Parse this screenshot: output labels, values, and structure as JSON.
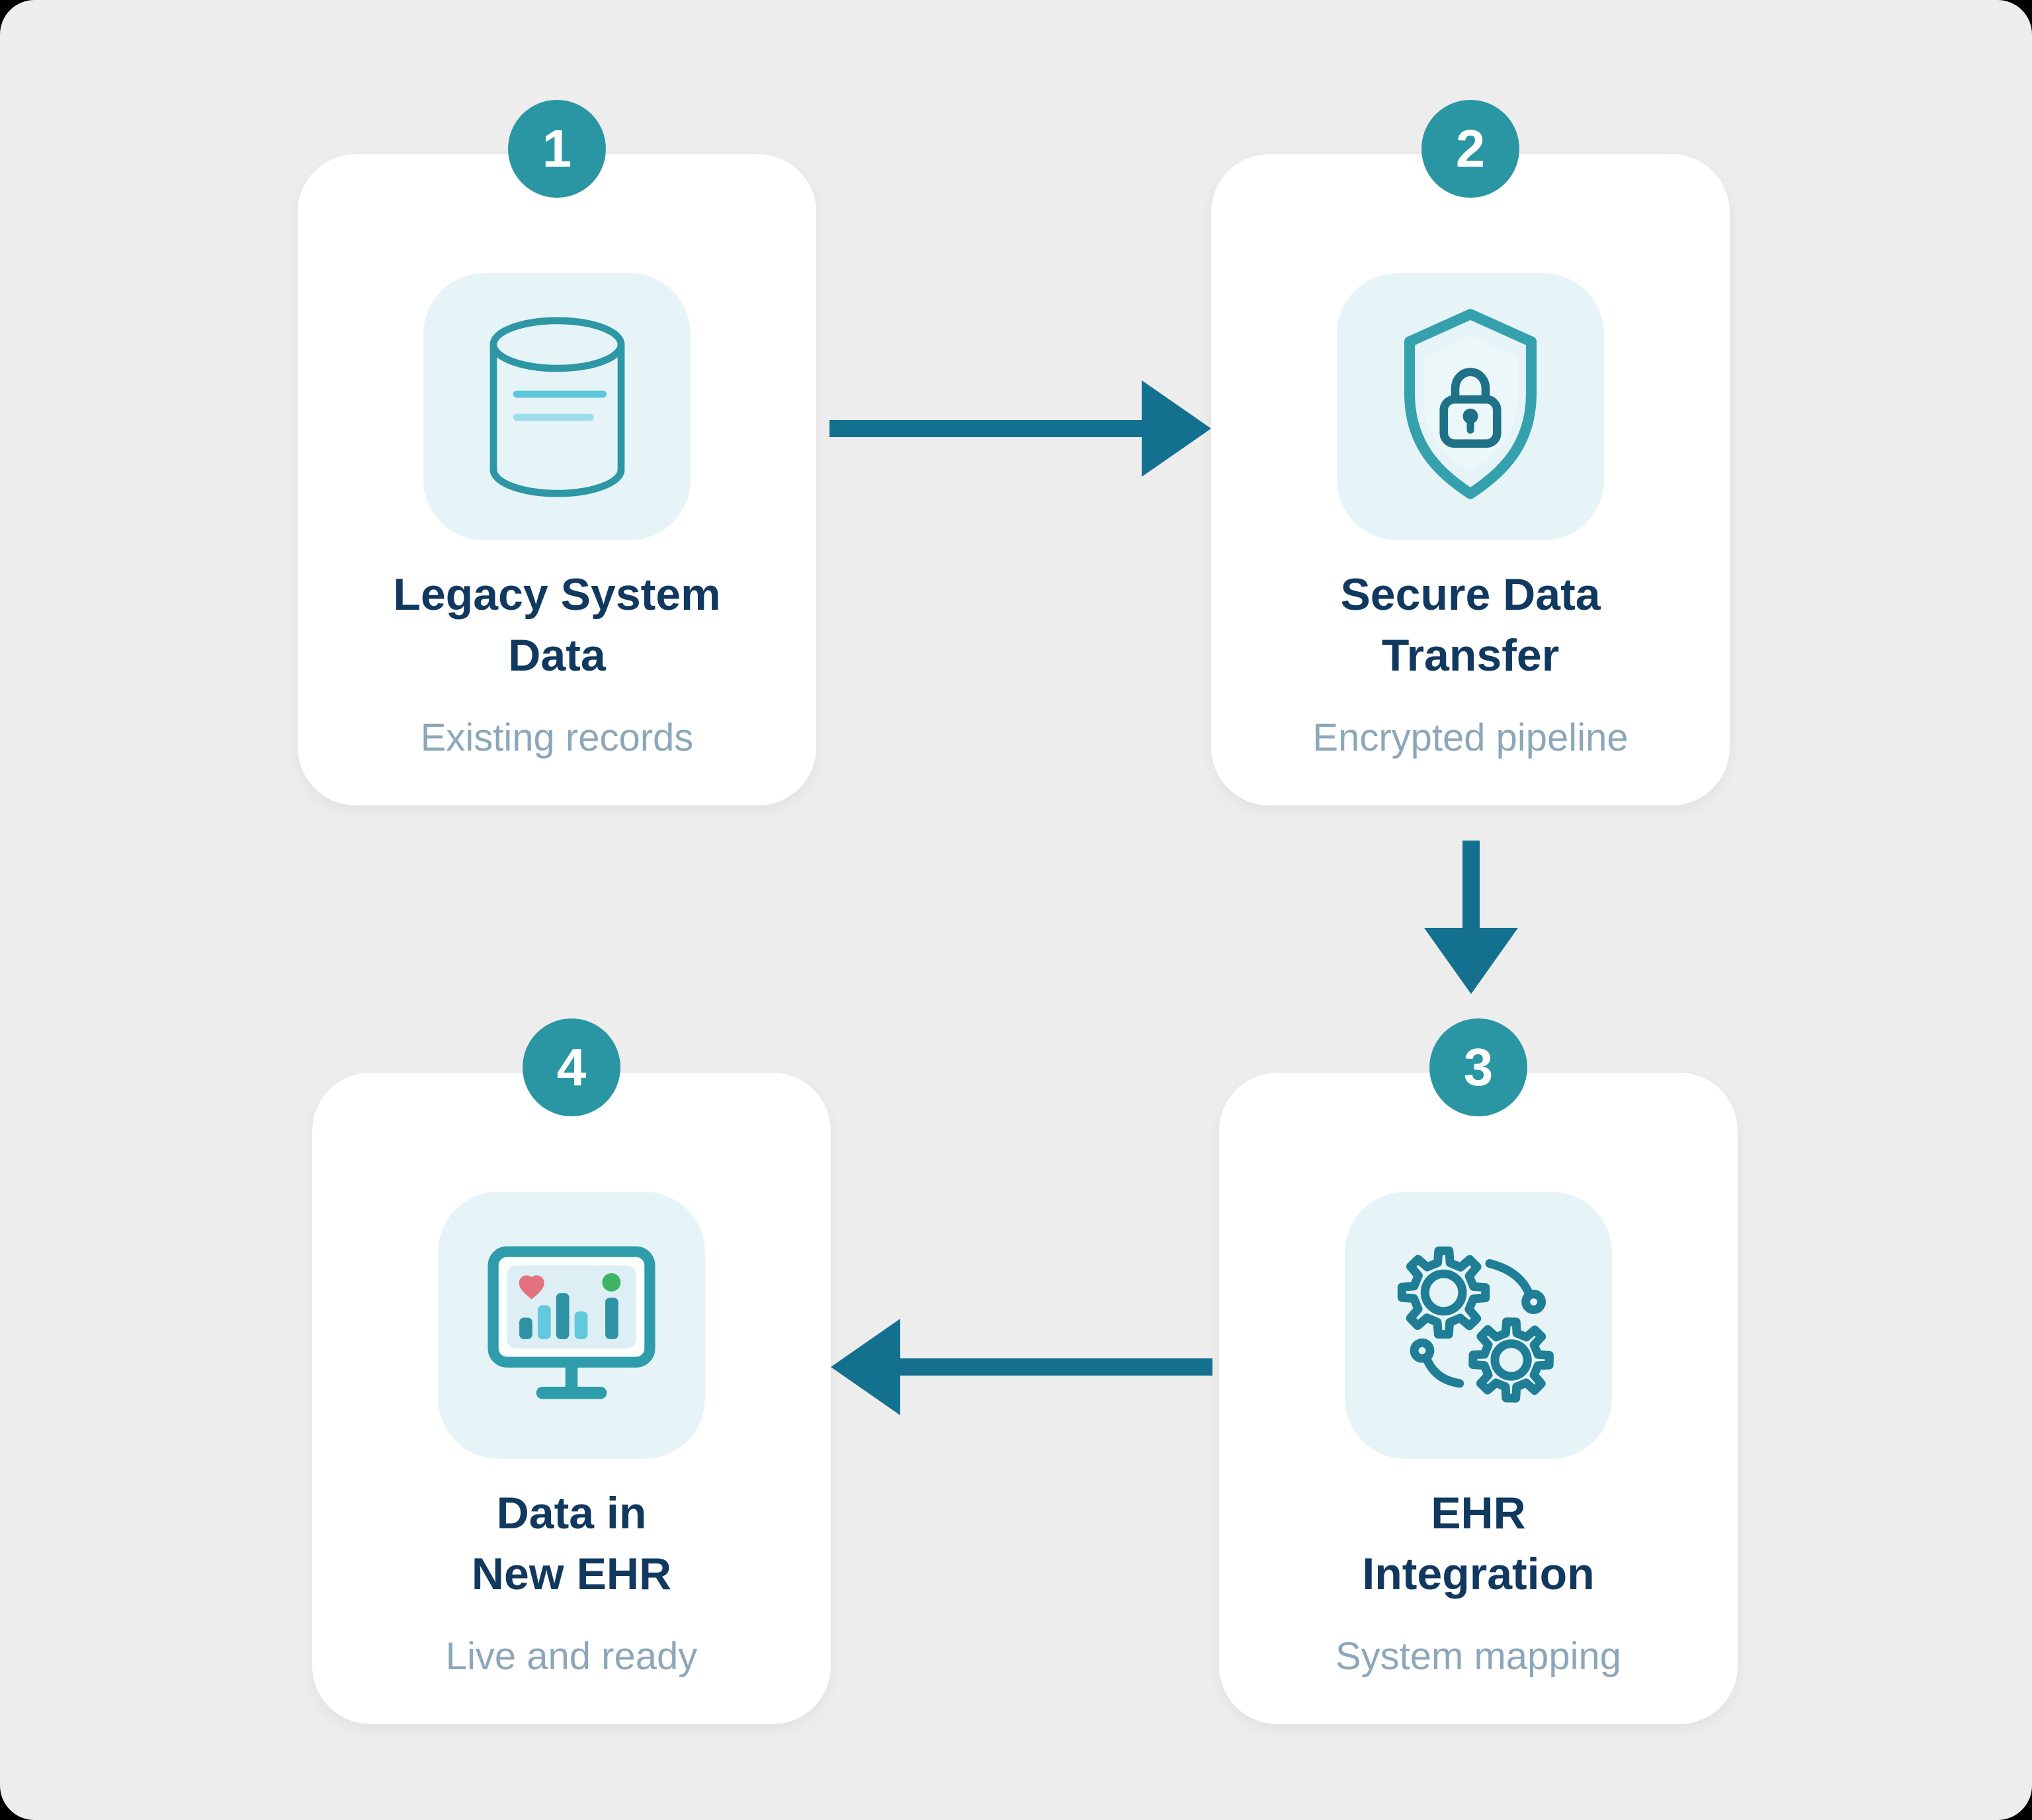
{
  "page": {
    "background": "#000000",
    "canvas_background": "#ededee"
  },
  "colors": {
    "card": "#ffffff",
    "badge_teal": "#2b96a3",
    "arrow_teal": "#14708f",
    "title_navy": "#11395f",
    "subtitle_gray_blue": "#8da7ba",
    "icon_tile": "#e7f4f7",
    "icon_teal_stroke": "#2d97a6",
    "cyan_light": "#5cc6da",
    "cyan_lighter": "#9bdde8",
    "lock_teal": "#1f7187",
    "gear_teal": "#1f7e96",
    "heart_pink": "#e2737f",
    "dot_green": "#3eb564",
    "shield_inner": "#ecf7fa",
    "screen_inner": "#ddeef4"
  },
  "steps": [
    {
      "number": "1",
      "title_lines": [
        "Legacy System",
        "Data"
      ],
      "subtitle": "Existing records",
      "icon": "database-icon"
    },
    {
      "number": "2",
      "title_lines": [
        "Secure Data",
        "Transfer"
      ],
      "subtitle": "Encrypted pipeline",
      "icon": "shield-lock-icon"
    },
    {
      "number": "3",
      "title_lines": [
        "EHR",
        "Integration"
      ],
      "subtitle": "System mapping",
      "icon": "gears-sync-icon"
    },
    {
      "number": "4",
      "title_lines": [
        "Data in",
        "New EHR"
      ],
      "subtitle": "Live and ready",
      "icon": "monitor-chart-icon"
    }
  ],
  "arrows": [
    {
      "from": "1",
      "to": "2",
      "direction": "right"
    },
    {
      "from": "2",
      "to": "3",
      "direction": "down"
    },
    {
      "from": "3",
      "to": "4",
      "direction": "left"
    }
  ]
}
